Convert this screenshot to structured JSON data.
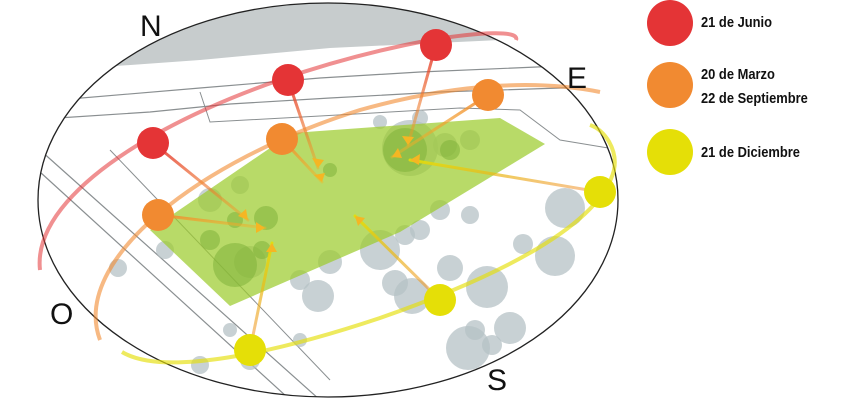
{
  "compass": {
    "north": "N",
    "east": "E",
    "south": "S",
    "west": "O"
  },
  "legend": [
    {
      "label": "21 de Junio",
      "color": "#e43436"
    },
    {
      "label": "20 de Marzo",
      "label2": "22 de Septiembre",
      "color": "#f18a31"
    },
    {
      "label": "21 de Diciembre",
      "color": "#e5df07"
    }
  ],
  "colors": {
    "june": "#e43436",
    "equinox": "#f18a31",
    "december": "#e5df07",
    "site": "#9ccc2e",
    "trees": "#b6c2c6",
    "north_zone": "#c7cccd"
  }
}
